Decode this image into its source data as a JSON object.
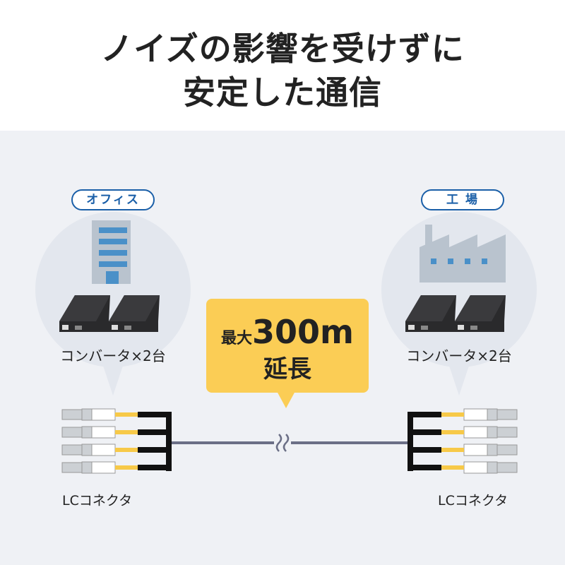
{
  "headline": {
    "line1": "ノイズの影響を受けずに",
    "line2": "安定した通信"
  },
  "left": {
    "label": "オフィス",
    "converter_label": "コンバータ×2台",
    "connector_label": "LCコネクタ",
    "icon": "office-building-icon"
  },
  "right": {
    "label": "工 場",
    "converter_label": "コンバータ×2台",
    "connector_label": "LCコネクタ",
    "icon": "factory-icon"
  },
  "callout": {
    "prefix": "最大",
    "distance": "300m",
    "suffix": "延長"
  },
  "colors": {
    "accent_blue": "#1a5fa8",
    "callout_yellow": "#fbcd55",
    "fiber_yellow": "#f7c948",
    "cable": "#6b6f86"
  }
}
